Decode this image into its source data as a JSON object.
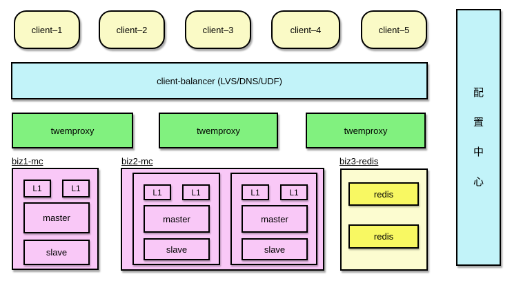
{
  "colors": {
    "background": "#ffffff",
    "border": "#000000",
    "client_fill": "#fafac6",
    "balancer_fill": "#c2f3f9",
    "proxy_fill": "#81f17f",
    "mc_fill": "#f9c8f7",
    "redis_group_fill": "#fcfcd0",
    "redis_node_fill": "#f8f862",
    "config_center_fill": "#c2f3f9"
  },
  "diagram": {
    "clients": [
      "client–1",
      "client–2",
      "client–3",
      "client–4",
      "client–5"
    ],
    "balancer_label": "client-balancer (LVS/DNS/UDF)",
    "proxies": [
      "twemproxy",
      "twemproxy",
      "twemproxy"
    ],
    "biz1": {
      "title": "biz1-mc",
      "l1": [
        "L1",
        "L1"
      ],
      "master": "master",
      "slave": "slave"
    },
    "biz2": {
      "title": "biz2-mc",
      "shards": [
        {
          "l1": [
            "L1",
            "L1"
          ],
          "master": "master",
          "slave": "slave"
        },
        {
          "l1": [
            "L1",
            "L1"
          ],
          "master": "master",
          "slave": "slave"
        }
      ]
    },
    "biz3": {
      "title": "biz3-redis",
      "nodes": [
        "redis",
        "redis"
      ]
    },
    "config_center": {
      "label": "配置中心",
      "chars": [
        "配",
        "置",
        "中",
        "心"
      ]
    }
  }
}
